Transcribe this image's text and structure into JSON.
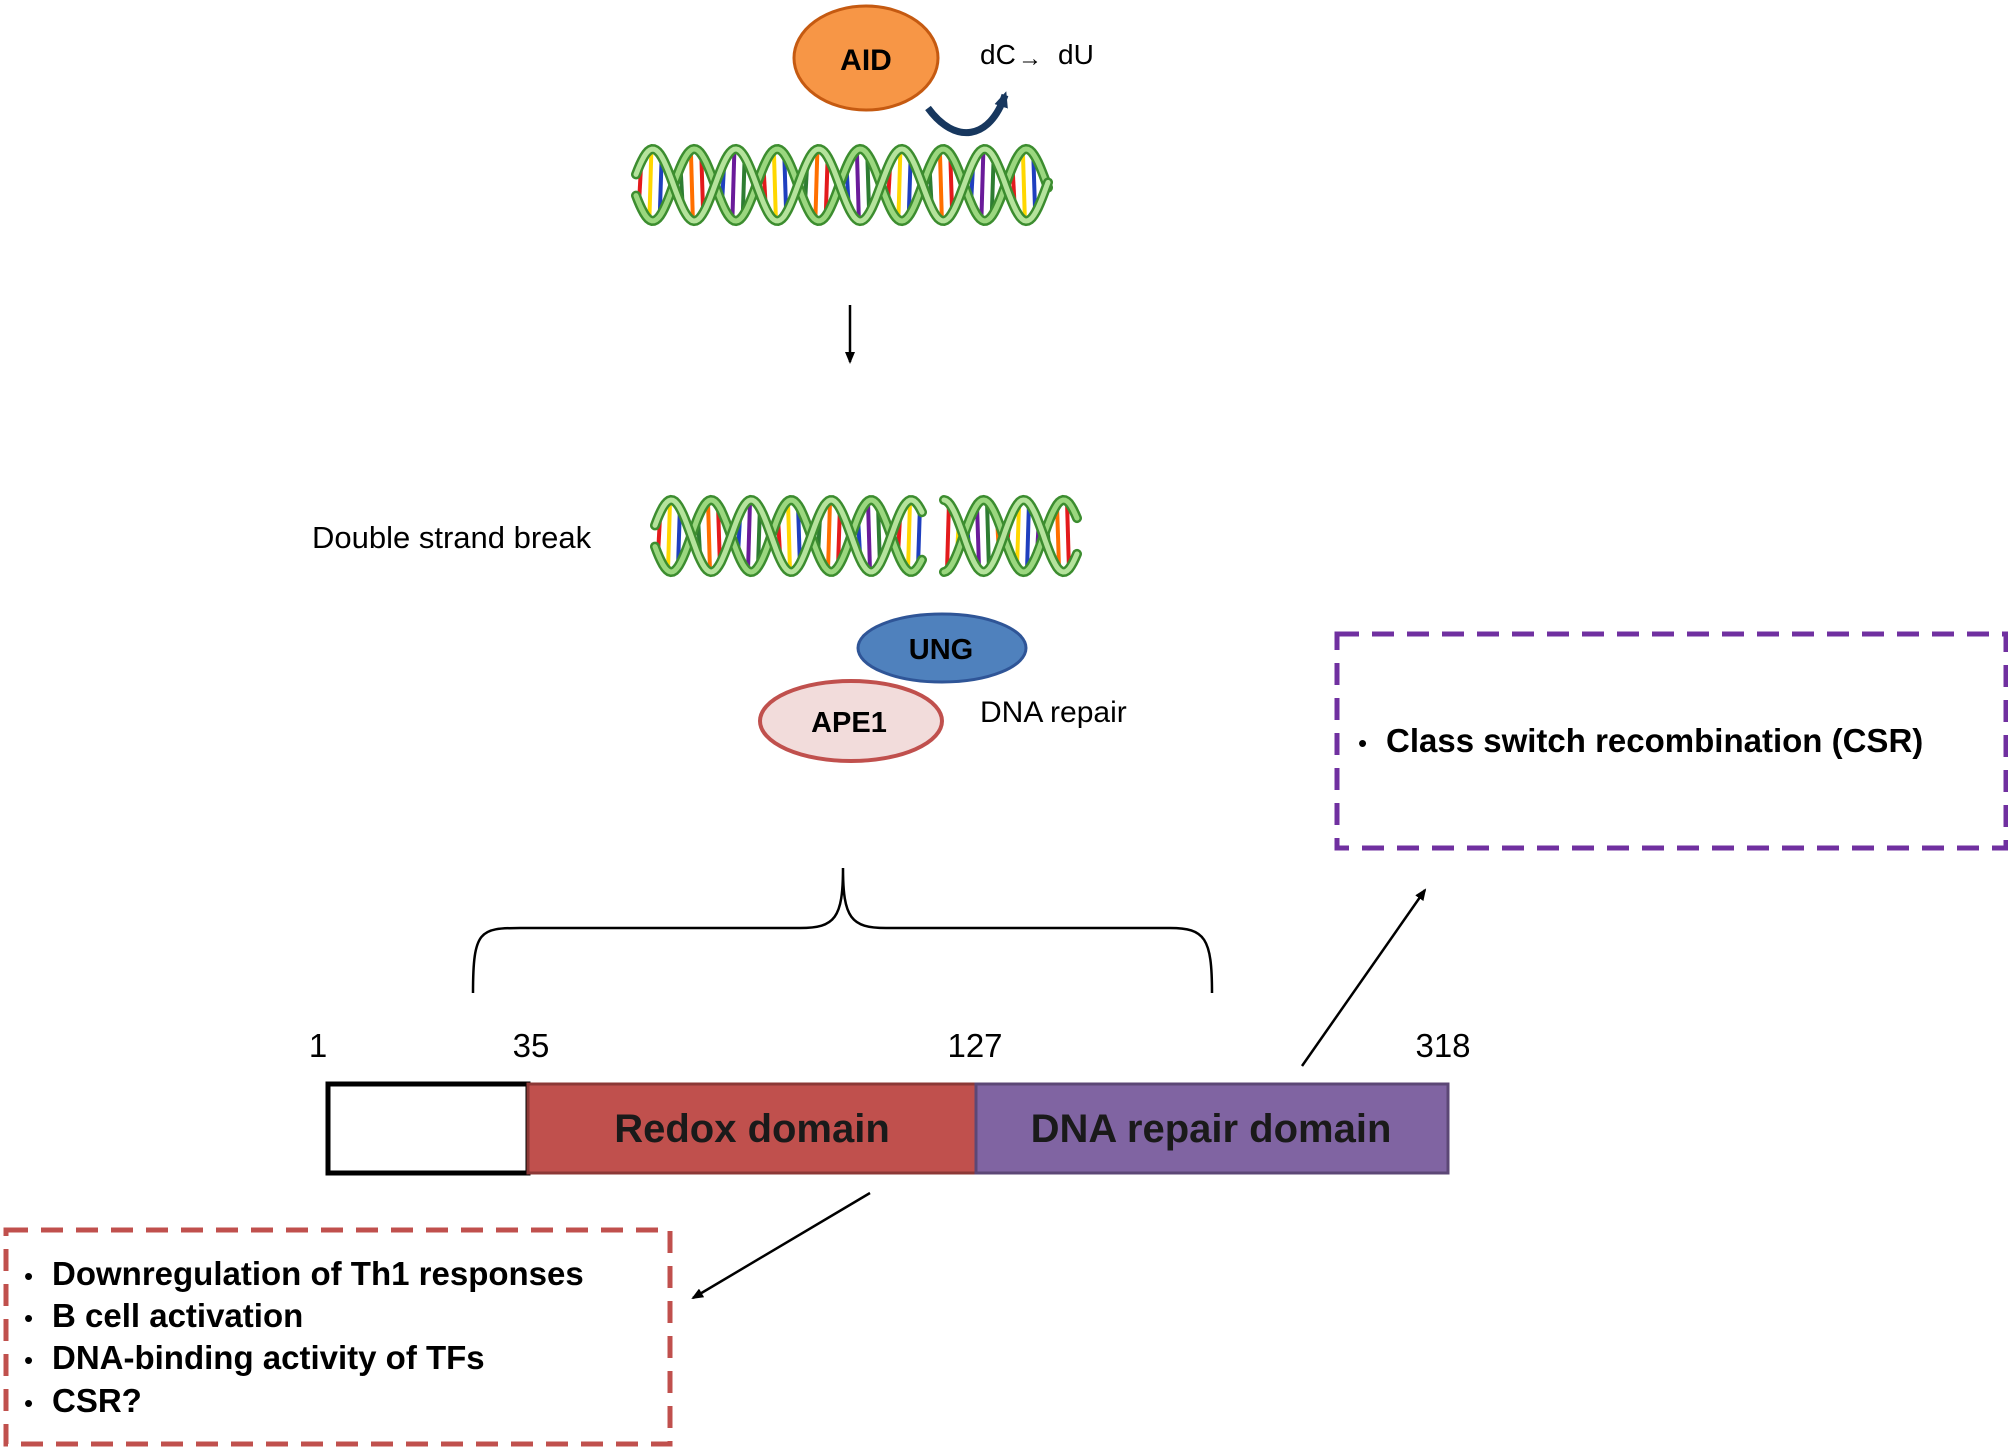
{
  "aid": {
    "label": "AID",
    "reaction_from": "dC",
    "reaction_arrow": "→",
    "reaction_to": "dU"
  },
  "break_label": "Double strand break",
  "ung": {
    "label": "UNG"
  },
  "ape1": {
    "label": "APE1"
  },
  "repair_label": "DNA repair",
  "domain_bar": {
    "positions": [
      "1",
      "35",
      "127",
      "318"
    ],
    "redox_label": "Redox domain",
    "repair_domain_label": "DNA repair domain"
  },
  "redox_functions": [
    "Downregulation of Th1 responses",
    "B cell activation",
    "DNA-binding activity of TFs",
    "CSR?"
  ],
  "repair_functions": [
    "Class switch recombination (CSR)"
  ],
  "colors": {
    "aid": "#F79646",
    "ung": "#4F81BD",
    "ape1_fill": "#F2DCDB",
    "ape1_stroke": "#C0504D",
    "redox": "#C0504D",
    "repair": "#8064A2",
    "redox_box": "#C0504D",
    "repair_box": "#7030A0"
  }
}
